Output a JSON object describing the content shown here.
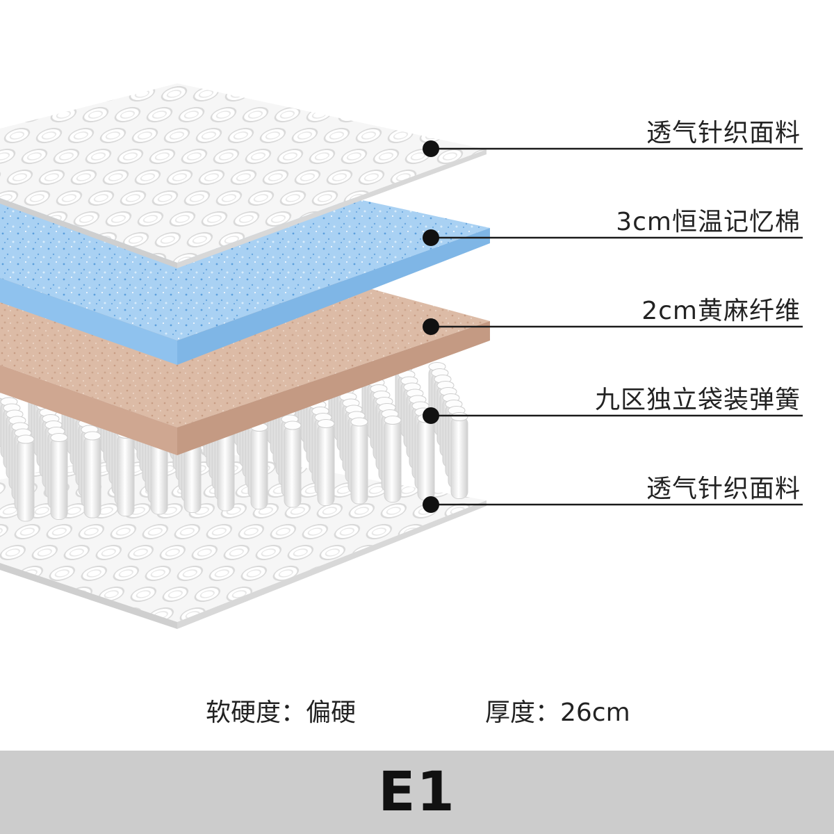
{
  "layers": [
    {
      "label": "透气针织面料"
    },
    {
      "label": "3cm恒温记忆棉"
    },
    {
      "label": "2cm黄麻纤维"
    },
    {
      "label": "九区独立袋装弹簧"
    },
    {
      "label": "透气针织面料"
    }
  ],
  "specs": {
    "softness": "软硬度：偏硬",
    "thickness": "厚度：26cm"
  },
  "model_code": "E1",
  "colors": {
    "fabric": "#f4f4f4",
    "memory_foam": "#a9d1f3",
    "jute_fiber": "#d9b7a2",
    "springs": "#ececec",
    "footer_bar": "#cccccc",
    "callout_line": "#1a1a1a"
  }
}
